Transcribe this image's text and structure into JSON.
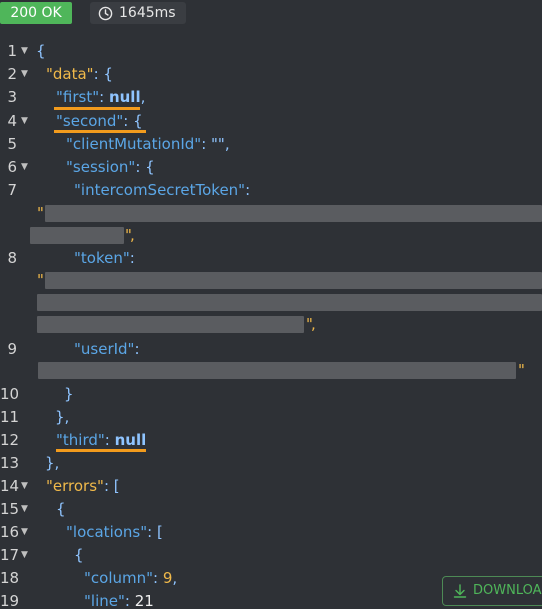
{
  "status": {
    "code_label": "200 OK",
    "time": "1645ms"
  },
  "download": {
    "label": "DOWNLOA"
  },
  "line_numbers": [
    "1",
    "2",
    "3",
    "4",
    "5",
    "6",
    "7",
    "8",
    "9",
    "10",
    "11",
    "12",
    "13",
    "14",
    "15",
    "16",
    "17",
    "18",
    "19"
  ],
  "code": {
    "brace_open": "{",
    "brace_close": "}",
    "bracket_open": "[",
    "colon_brace": ": {",
    "colon_bracket": ": [",
    "comma": ",",
    "colon": ":",
    "quote": "\"",
    "data_key": "\"data\"",
    "first_key": "\"first\"",
    "first_sep": ": ",
    "first_val": "null",
    "second_key": "\"second\"",
    "client_key": "\"clientMutationId\"",
    "client_rest": ": \"\",",
    "session_key": "\"session\"",
    "intercom_key": "\"intercomSecretToken\"",
    "token_key": "\"token\"",
    "userid_key": "\"userId\"",
    "close_brace_comma": "},",
    "third_key": "\"third\"",
    "third_val": "null",
    "errors_key": "\"errors\"",
    "locations_key": "\"locations\"",
    "column_key": "\"column\"",
    "column_val": "9",
    "line_key": "\"line\"",
    "line_val": "21"
  },
  "colors": {
    "background": "#2e3136",
    "status_green": "#4fb65a",
    "key_yellow": "#f0b94a",
    "key_blue": "#5ba6e6",
    "highlight_orange": "#f29b1d",
    "redaction_gray": "#5a5c60"
  },
  "icons": {
    "timer": "clock-icon",
    "download": "download-icon",
    "fold": "fold-arrow-icon"
  }
}
